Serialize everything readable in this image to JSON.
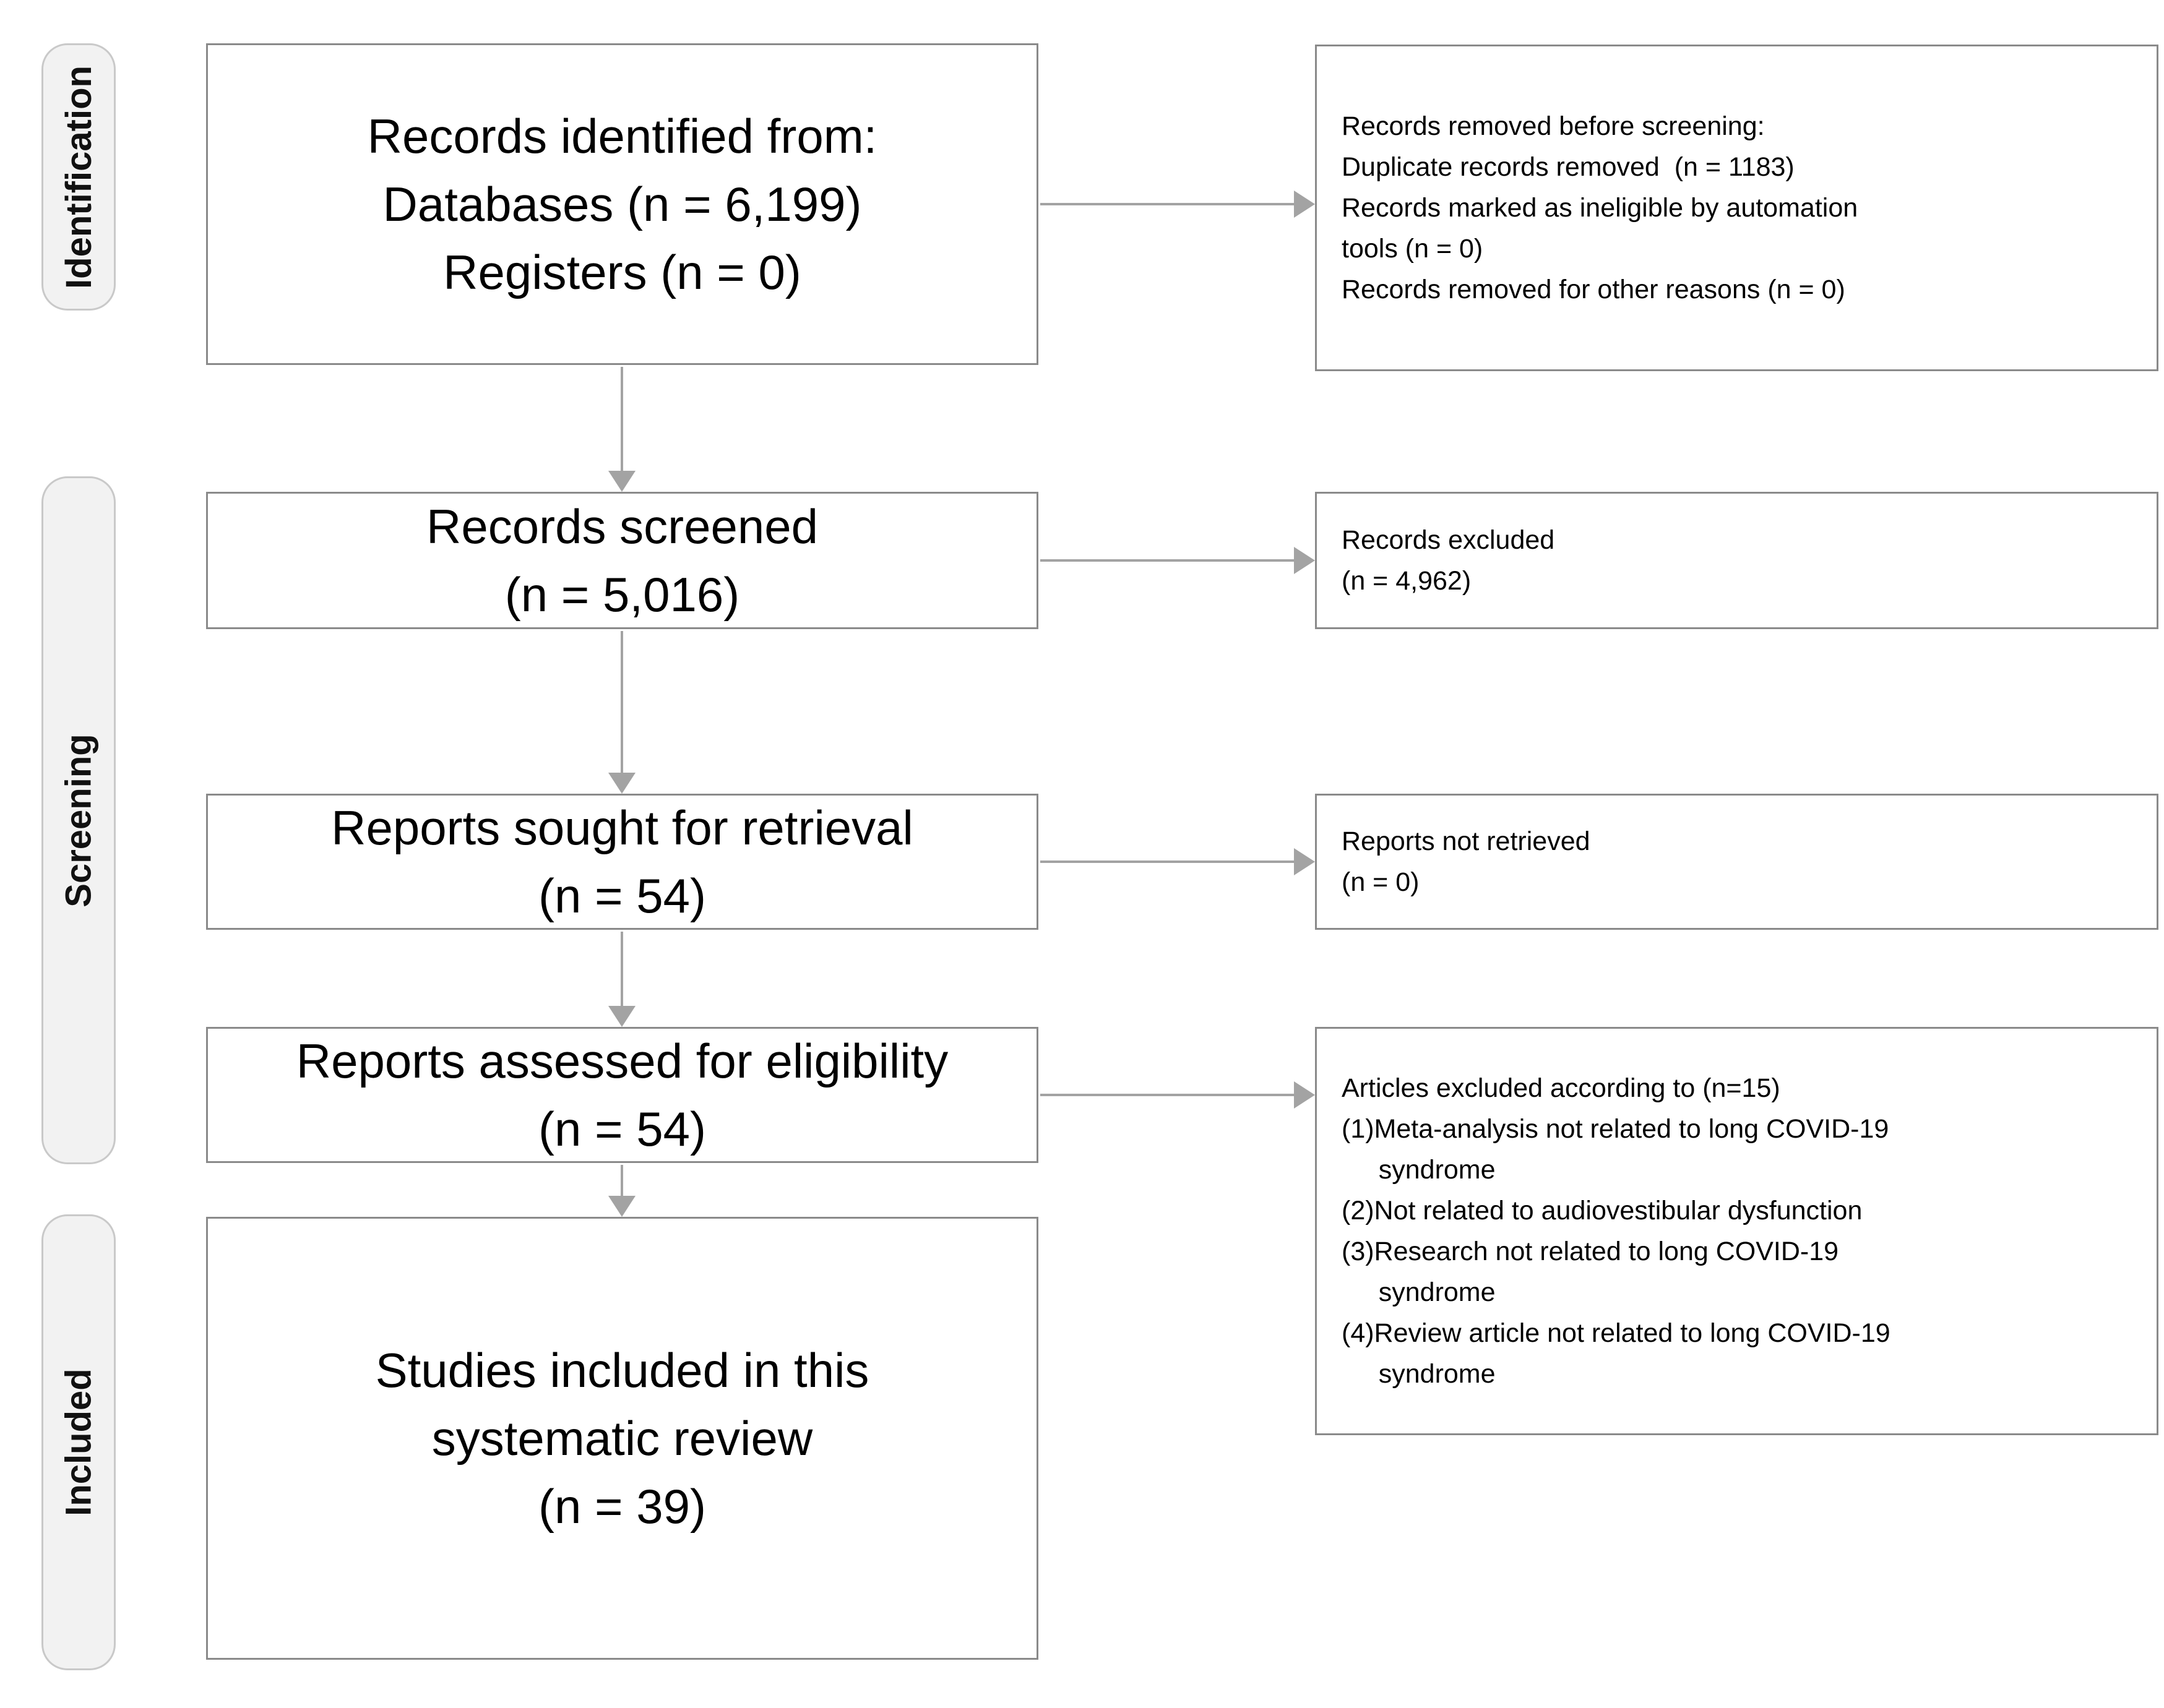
{
  "stages": [
    {
      "label": "Identification"
    },
    {
      "label": "Screening"
    },
    {
      "label": "Included"
    }
  ],
  "flow_boxes": [
    {
      "id": "records-identified",
      "lines": [
        "Records identified from:",
        "Databases (n = 6,199)",
        "Registers (n = 0)"
      ]
    },
    {
      "id": "records-screened",
      "lines": [
        "Records screened",
        "(n = 5,016)"
      ]
    },
    {
      "id": "reports-sought",
      "lines": [
        "Reports sought for retrieval",
        "(n = 54)"
      ]
    },
    {
      "id": "reports-assessed",
      "lines": [
        "Reports assessed for eligibility",
        "(n = 54)"
      ]
    },
    {
      "id": "studies-included",
      "lines": [
        "Studies included in this",
        "systematic review",
        "(n = 39)"
      ]
    }
  ],
  "exclusion_boxes": [
    {
      "id": "removed-before-screening",
      "lines": [
        "Records removed before screening:",
        "Duplicate records removed  (n = 1183)",
        "Records marked as ineligible by automation",
        "tools (n = 0)",
        "Records removed for other reasons (n = 0)"
      ]
    },
    {
      "id": "records-excluded",
      "lines": [
        "Records excluded",
        "(n = 4,962)"
      ]
    },
    {
      "id": "reports-not-retrieved",
      "lines": [
        "Reports not retrieved",
        "(n = 0)"
      ]
    },
    {
      "id": "articles-excluded",
      "lines": [
        "Articles excluded according to (n=15)",
        "(1)Meta-analysis not related to long COVID-19",
        "     syndrome",
        "(2)Not related to audiovestibular dysfunction",
        "(3)Research not related to long COVID-19",
        "     syndrome",
        "(4)Review article not related to long COVID-19",
        "     syndrome"
      ]
    }
  ],
  "colors": {
    "background": "#ffffff",
    "box_border": "#8a8a8a",
    "stage_fill": "#f2f2f2",
    "stage_border": "#c9c9c9",
    "arrow": "#a3a3a3",
    "text": "#000000"
  }
}
